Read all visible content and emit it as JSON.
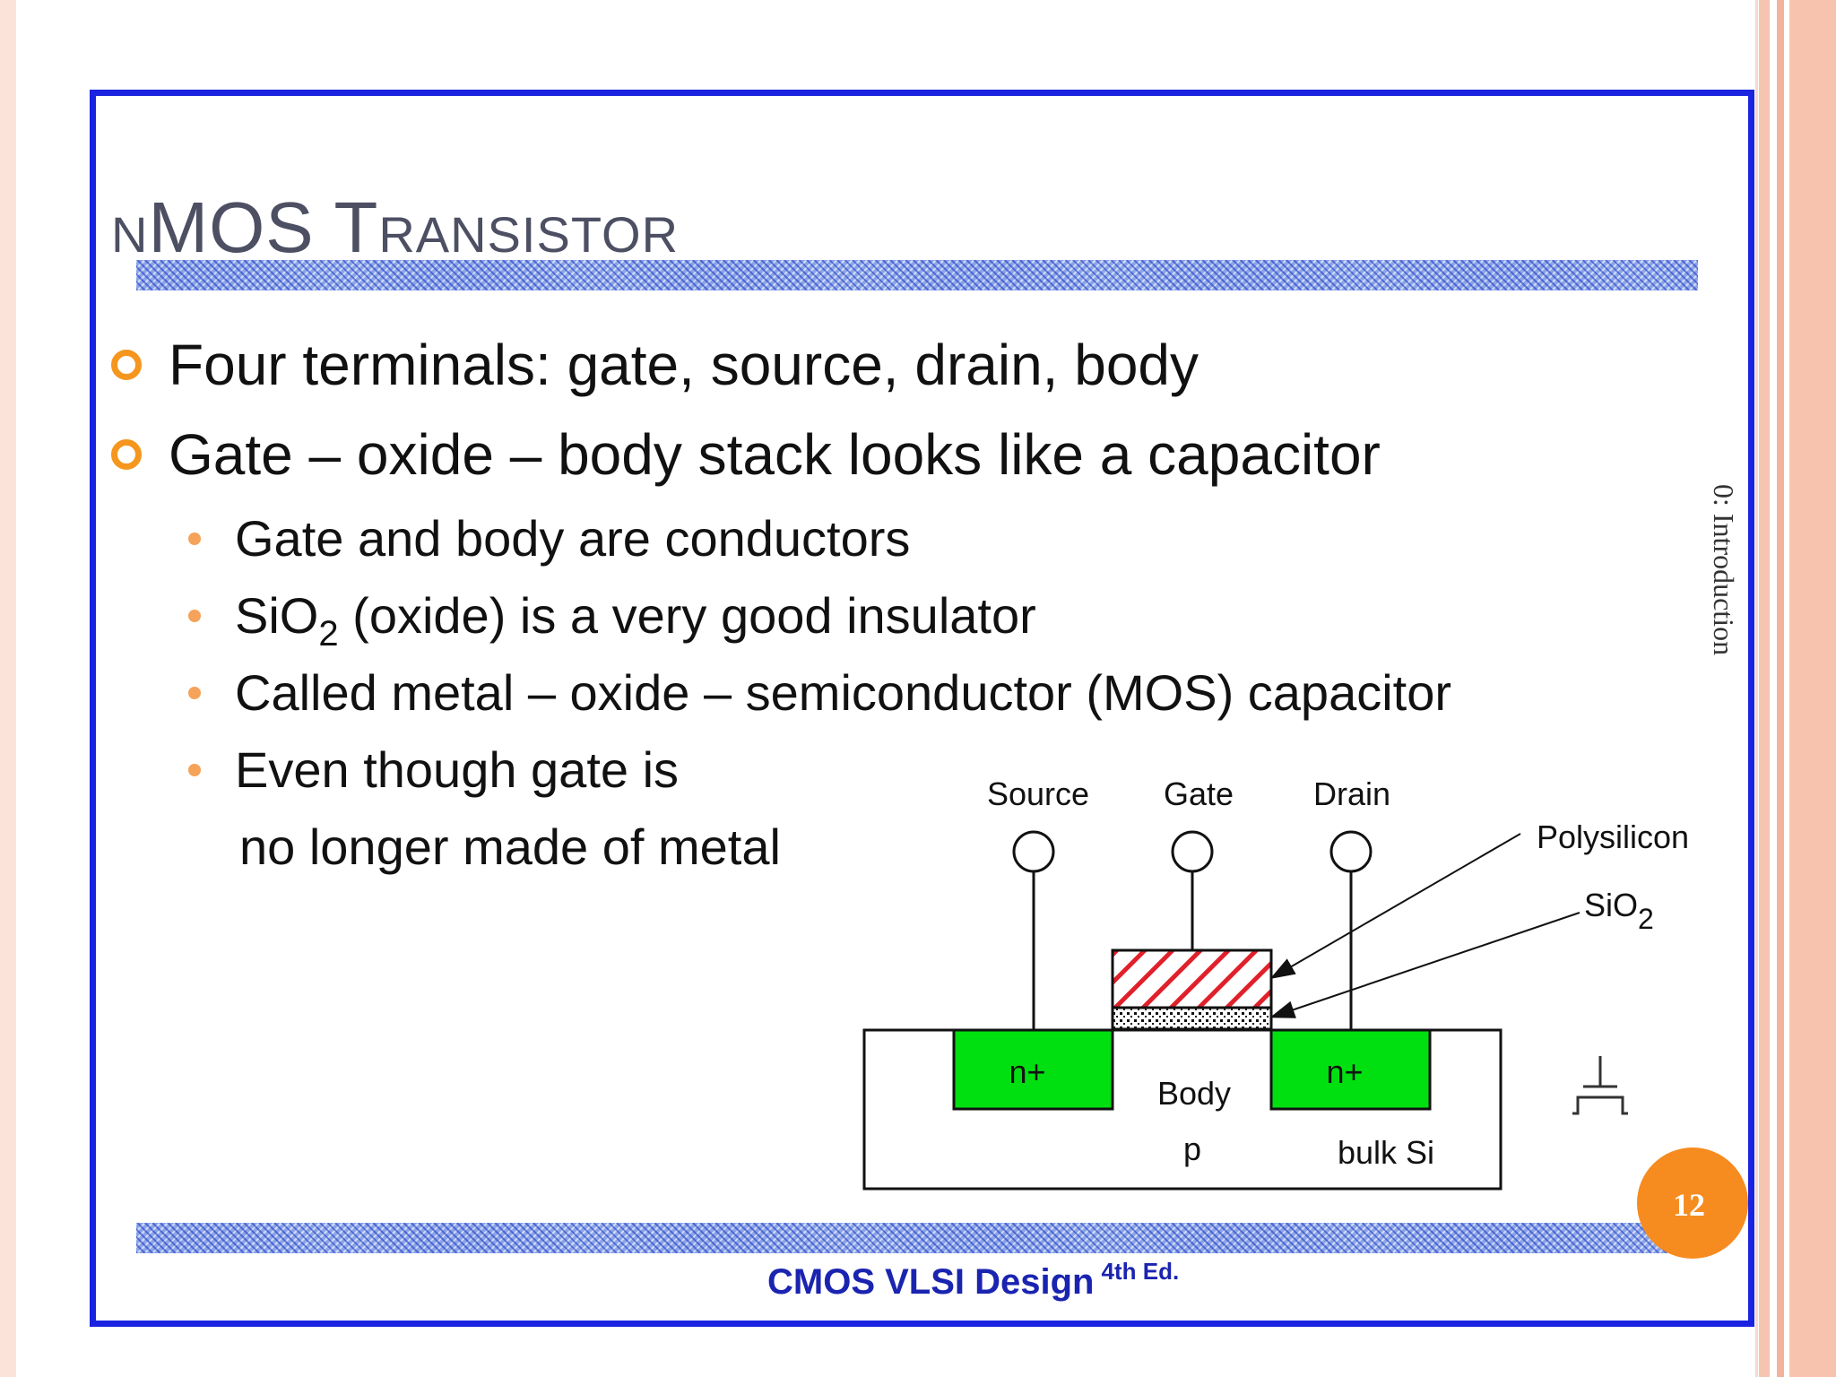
{
  "slide": {
    "title": "nMOS Transistor",
    "bullets": [
      "Four terminals: gate, source, drain, body",
      "Gate – oxide – body stack looks like a capacitor"
    ],
    "sub_bullets": {
      "item1": "Gate and body are conductors",
      "item2_before": "SiO",
      "item2_subscript": "2",
      "item2_after": " (oxide) is a very good insulator",
      "item3": "Called metal – oxide – semiconductor (MOS) capacitor",
      "item4_line1": "Even though gate is",
      "item4_line2": "no longer made of metal"
    },
    "side_label": "0: Introduction",
    "page_number": "12",
    "footer": {
      "text": "CMOS VLSI Design",
      "superscript": "4th Ed."
    }
  },
  "diagram": {
    "terminals": {
      "source": "Source",
      "gate": "Gate",
      "drain": "Drain"
    },
    "labels": {
      "polysilicon": "Polysilicon",
      "sio2": "SiO",
      "sio2_subscript": "2",
      "n_plus_left": "n+",
      "n_plus_right": "n+",
      "body": "Body",
      "p": "p",
      "bulk": "bulk Si"
    },
    "colors": {
      "diffusion": "#00e010",
      "poly_hatch": "#e0202a",
      "frame": "#1a23e0",
      "accent": "#f68b1f",
      "footer_text": "#1a24b0"
    }
  }
}
